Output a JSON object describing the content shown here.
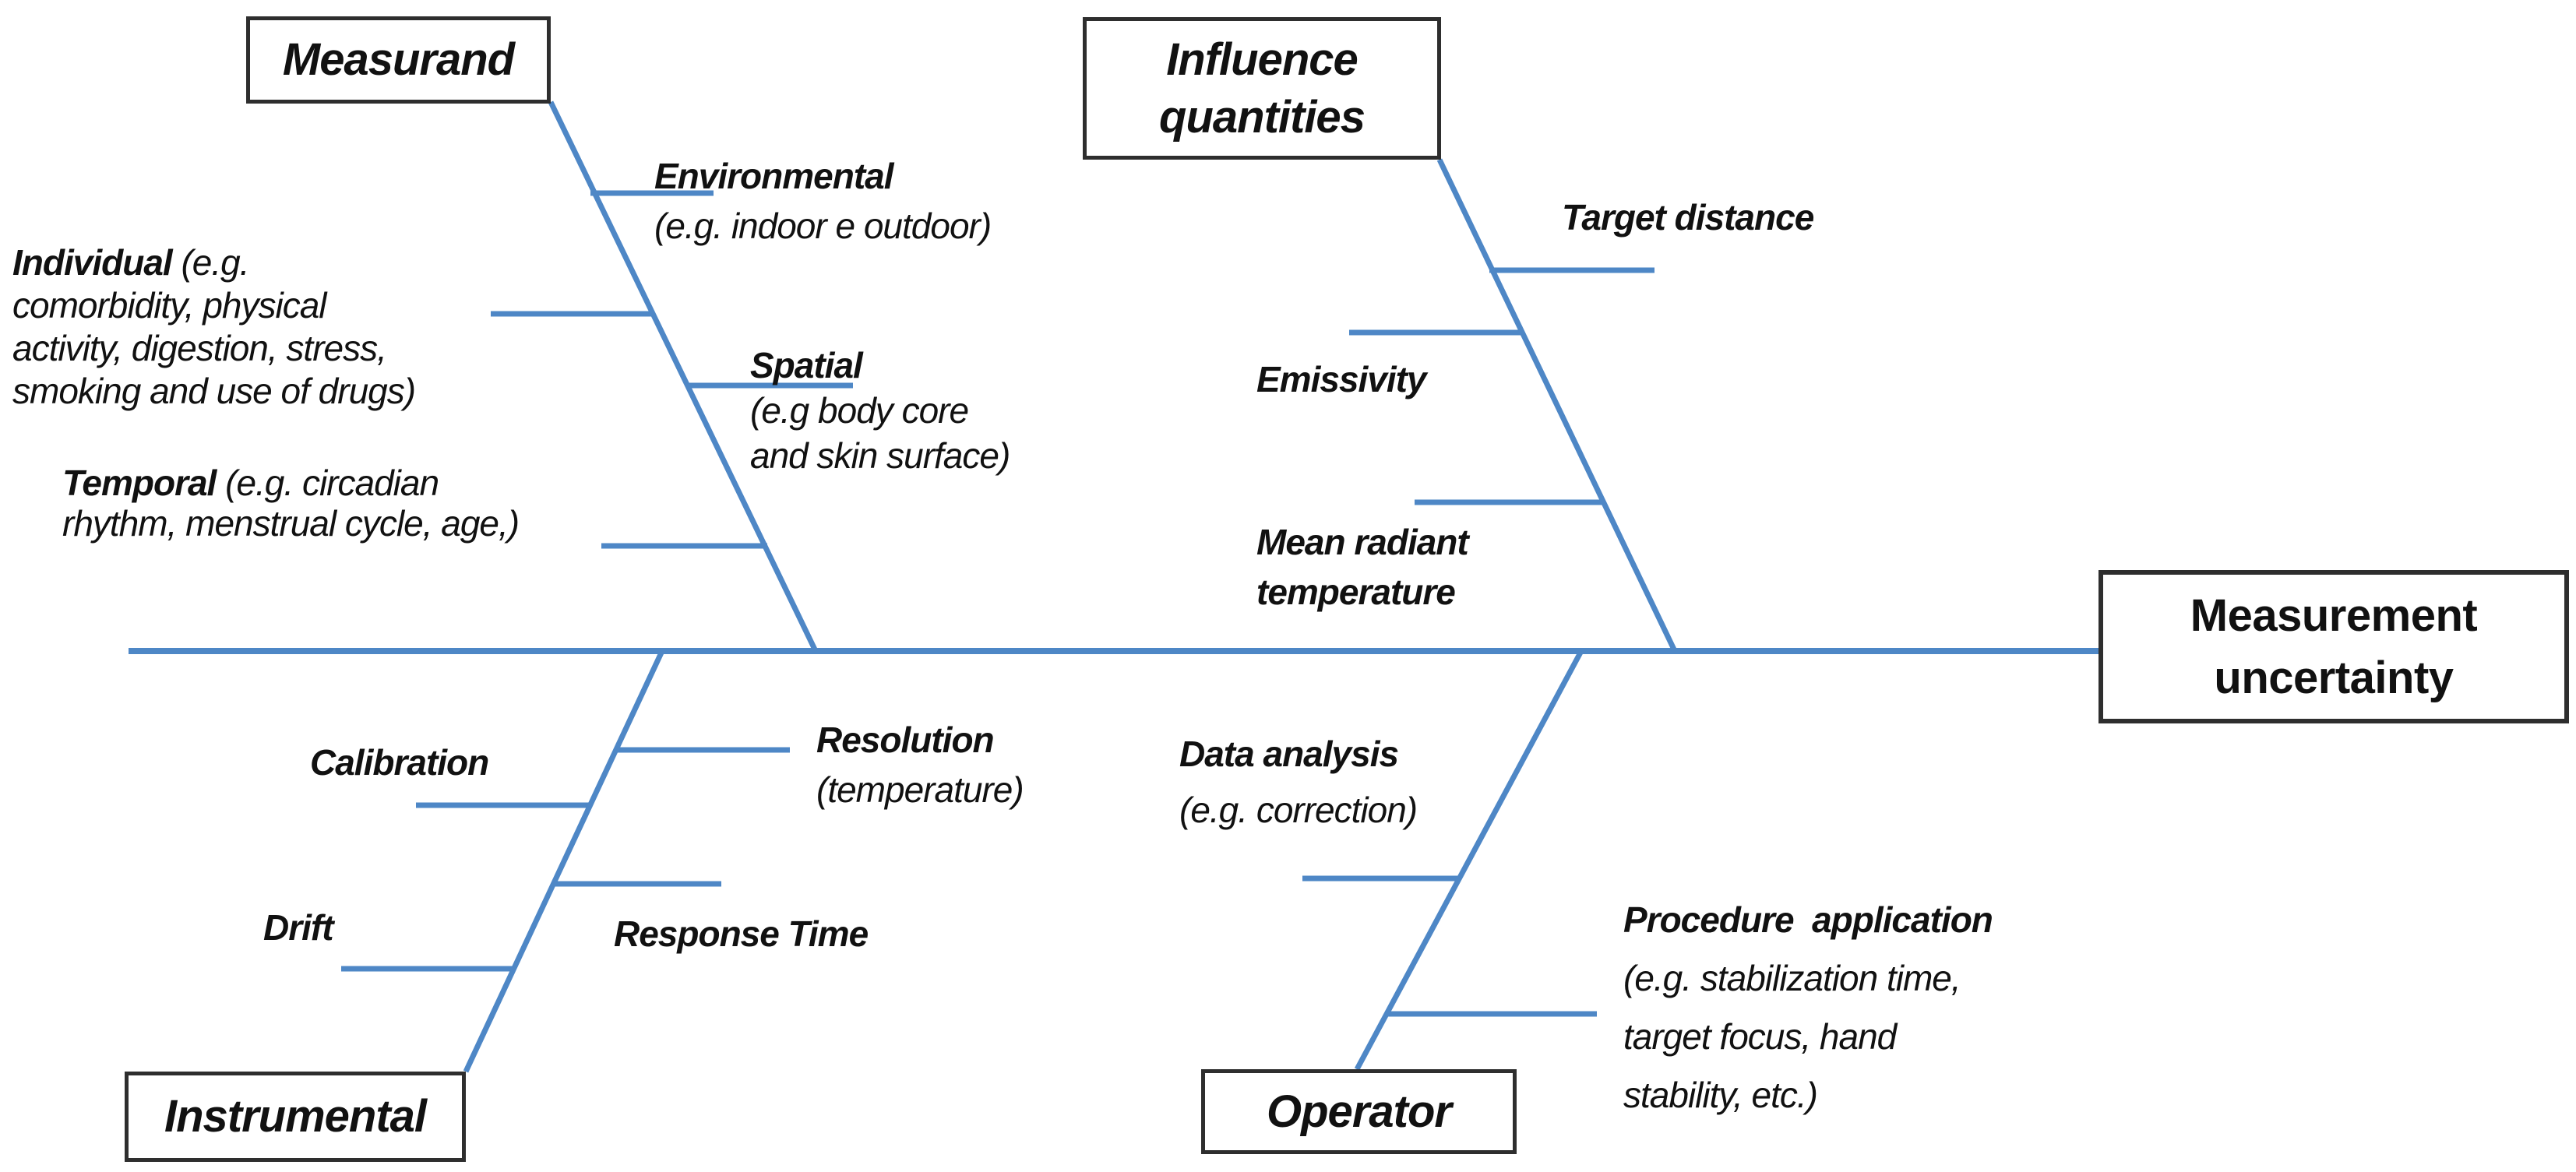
{
  "diagram": {
    "type": "fishbone-cause-effect",
    "effect": {
      "label": "Measurement\nuncertainty"
    },
    "branches": [
      {
        "id": "measurand",
        "label": "Measurand",
        "position": "top-left",
        "causes": [
          {
            "name": "Environmental",
            "detail": "\n(e.g. indoor e outdoor)"
          },
          {
            "name": "Individual",
            "detail": " (e.g.\ncomorbidity, physical\nactivity, digestion, stress,\nsmoking and use of drugs)"
          },
          {
            "name": "Spatial",
            "detail": "\n(e.g body core\nand skin surface)"
          },
          {
            "name": "Temporal",
            "detail": " (e.g. circadian\nrhythm, menstrual cycle, age,)"
          }
        ]
      },
      {
        "id": "influence-quantities",
        "label": "Influence\nquantities",
        "position": "top-right",
        "causes": [
          {
            "name": "Target distance",
            "detail": ""
          },
          {
            "name": "Emissivity",
            "detail": ""
          },
          {
            "name": "Mean radiant\ntemperature",
            "detail": ""
          }
        ]
      },
      {
        "id": "instrumental",
        "label": "Instrumental",
        "position": "bottom-left",
        "causes": [
          {
            "name": "Calibration",
            "detail": ""
          },
          {
            "name": "Resolution",
            "detail": "\n(temperature)"
          },
          {
            "name": "Drift",
            "detail": ""
          },
          {
            "name": "Response Time",
            "detail": ""
          }
        ]
      },
      {
        "id": "operator",
        "label": "Operator",
        "position": "bottom-right",
        "causes": [
          {
            "name": "Data analysis",
            "detail": "\n(e.g. correction)"
          },
          {
            "name": "Procedure  application",
            "detail": "\n(e.g. stabilization time,\ntarget focus, hand\nstability, etc.)"
          }
        ]
      }
    ],
    "colors": {
      "branch_blue": "#4e87c6",
      "box_border": "#2e2e2e",
      "text": "#111111",
      "background": "#ffffff"
    }
  }
}
